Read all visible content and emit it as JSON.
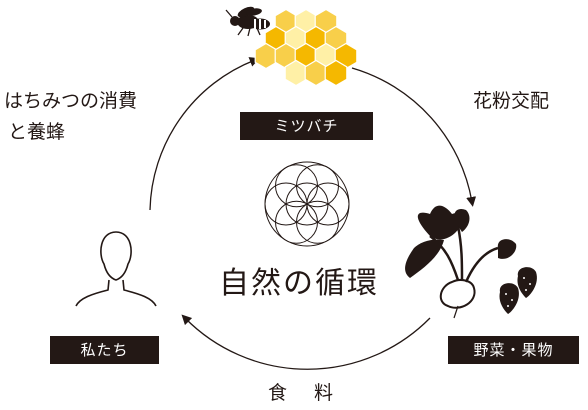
{
  "nodes": {
    "bee": "ミツバチ",
    "crops": "野菜・果物",
    "people": "私たち"
  },
  "edges": {
    "bee_to_crops": "花粉交配",
    "crops_to_people": "食　料",
    "people_to_bee_line1": "はちみつの消費",
    "people_to_bee_line2": "と養蜂"
  },
  "center_title": "自然の循環",
  "icons": [
    "bee-icon",
    "honeycomb-icon",
    "vegetables-fruits-icon",
    "person-icon",
    "flower-of-life-icon"
  ],
  "colors": {
    "ink": "#231815",
    "honey_dark": "#f5b800",
    "honey_mid": "#f8cf4a",
    "honey_light": "#fff0a6"
  }
}
